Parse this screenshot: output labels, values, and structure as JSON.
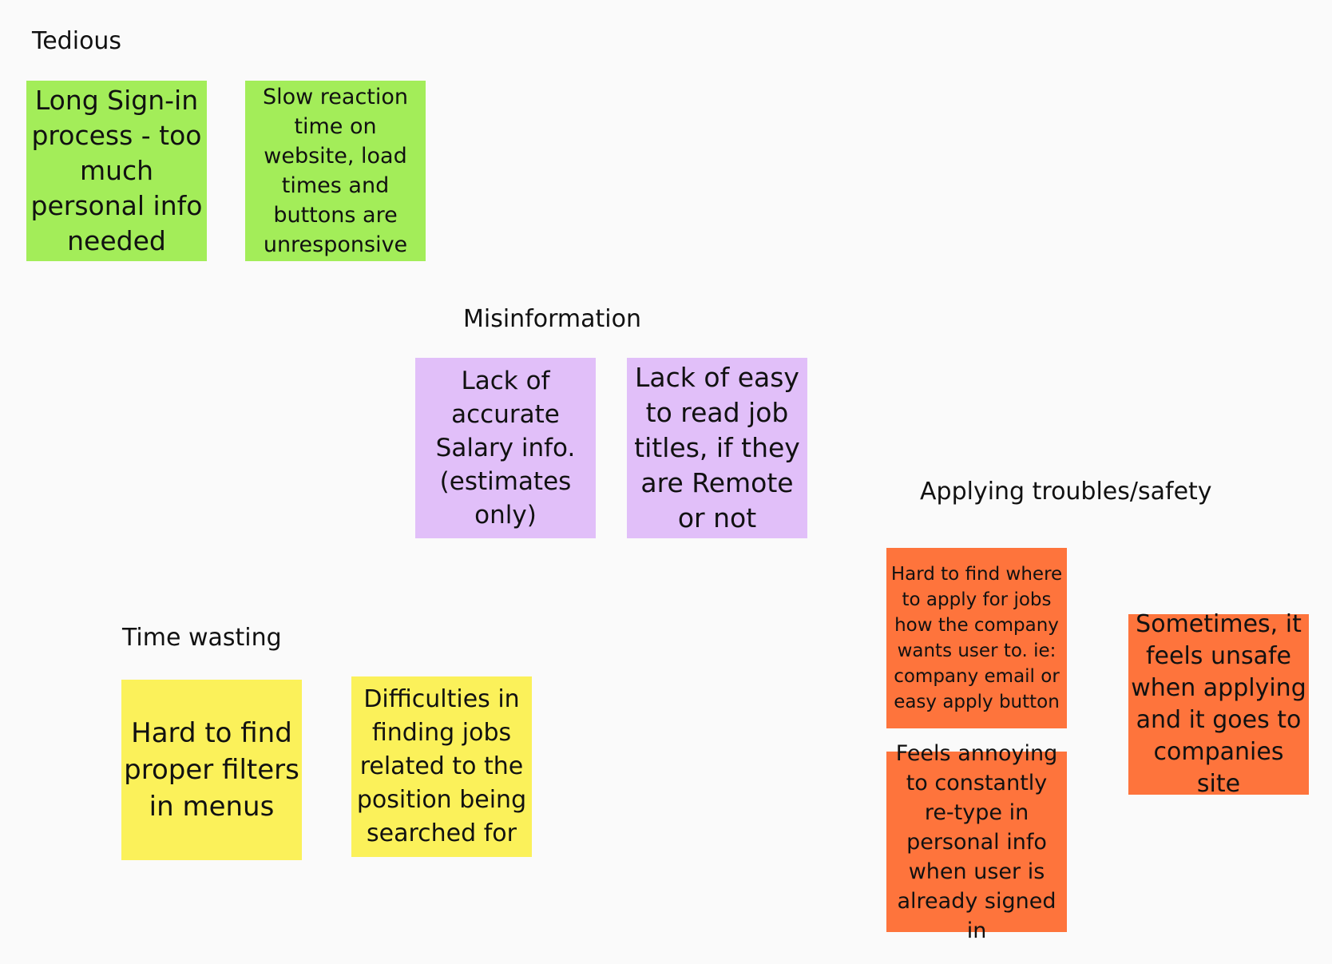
{
  "colors": {
    "background": "#fafafa",
    "green": "#a3ed59",
    "purple": "#e1bff9",
    "yellow": "#fbf15a",
    "orange": "#fe743c"
  },
  "groups": {
    "tedious": {
      "heading": "Tedious",
      "notes": [
        "Long Sign-in process - too much personal info needed",
        "Slow reaction time on website, load times and buttons are unresponsive"
      ]
    },
    "misinformation": {
      "heading": "Misinformation",
      "notes": [
        "Lack of accurate Salary info.(estimates only)",
        "Lack of easy to read job titles, if they are Remote or not"
      ]
    },
    "applying": {
      "heading": "Applying troubles/safety",
      "notes": [
        "Hard to find where to apply  for jobs how the company wants user to. ie: company email or easy apply button",
        "Feels annoying to constantly re-type in personal info when user is already signed in",
        "Sometimes, it feels unsafe when applying and it goes to companies site"
      ]
    },
    "time_wasting": {
      "heading": "Time wasting",
      "notes": [
        "Hard to find proper filters in menus",
        "Difficulties in finding jobs related to the position being searched for"
      ]
    }
  }
}
